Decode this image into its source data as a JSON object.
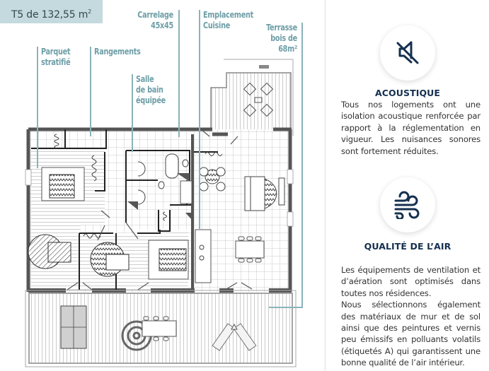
{
  "plan": {
    "title": "T5 de 132,55 m",
    "title_sup": "2",
    "callouts": [
      {
        "id": "parquet",
        "lines": [
          "Parquet",
          "stratifié"
        ]
      },
      {
        "id": "rangements",
        "lines": [
          "Rangements"
        ]
      },
      {
        "id": "salle-de-bain",
        "lines": [
          "Salle",
          "de bain",
          "équipée"
        ]
      },
      {
        "id": "carrelage",
        "lines": [
          "Carrelage",
          "45x45"
        ]
      },
      {
        "id": "cuisine",
        "lines": [
          "Emplacement",
          "Cuisine"
        ]
      },
      {
        "id": "terrasse",
        "lines": [
          "Terrasse",
          "bois de",
          "68m²"
        ]
      }
    ],
    "accent_color": "#8ab3ba",
    "badge_color": "#c4dadf"
  },
  "features": [
    {
      "icon": "speaker-muted-icon",
      "title": "ACOUSTIQUE",
      "paragraphs": [
        "Tous nos logements ont une isolation acoustique renforcée par rapport à la réglementation en vigueur. Les nuisances sonores sont fortement réduites."
      ]
    },
    {
      "icon": "wind-air-icon",
      "title": "QUALITÉ DE L’AIR",
      "paragraphs": [
        "Les équipements de ventilation et d’aération sont optimisés dans toutes nos résidences.",
        "Nous sélectionnons également des matériaux de mur et de sol ainsi que des peintures et vernis peu émissifs en polluants volatils (étiquetés A) qui garantissent une bonne qualité de l’air intérieur."
      ]
    }
  ],
  "colors": {
    "icon_navy": "#15304f",
    "text": "#333333"
  }
}
